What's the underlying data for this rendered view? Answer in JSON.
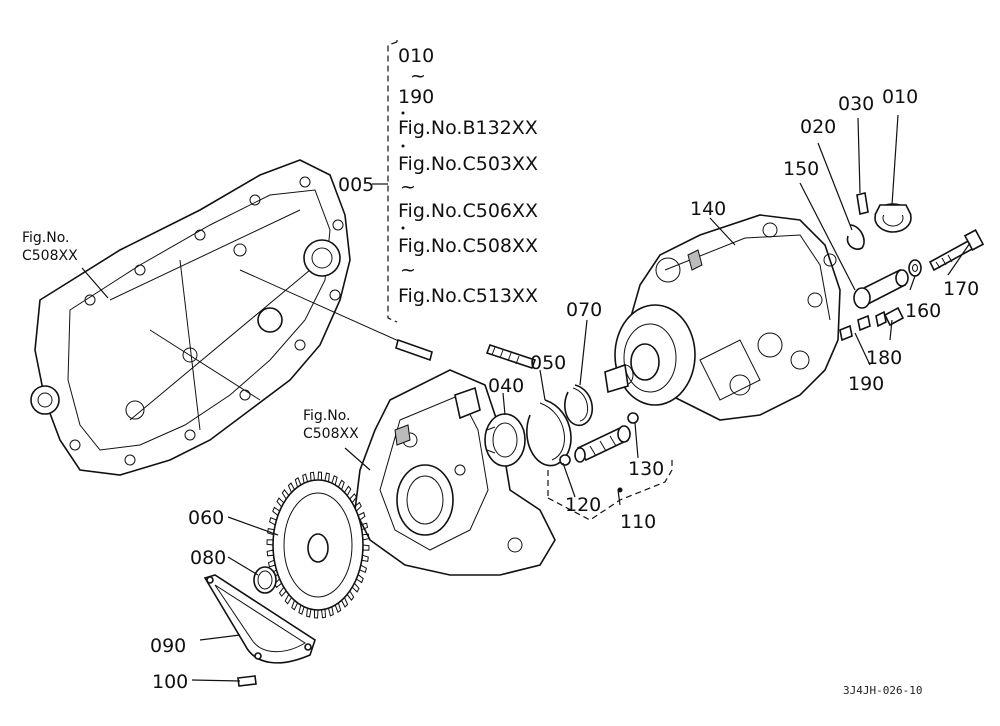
{
  "callouts": {
    "c005": "005",
    "c010a": "010",
    "c010b": "010",
    "c020": "020",
    "c030": "030",
    "c040": "040",
    "c050": "050",
    "c060": "060",
    "c070": "070",
    "c080": "080",
    "c090": "090",
    "c100": "100",
    "c110": "110",
    "c120": "120",
    "c130": "130",
    "c140": "140",
    "c150": "150",
    "c160": "160",
    "c170": "170",
    "c180": "180",
    "c190": "190"
  },
  "range_list": {
    "start": "010",
    "tilde1": "~",
    "end": "190",
    "fig1": "Fig.No.B132XX",
    "fig2": "Fig.No.C503XX",
    "tilde2": "~",
    "fig3": "Fig.No.C506XX",
    "fig4": "Fig.No.C508XX",
    "tilde3": "~",
    "fig5": "Fig.No.C513XX"
  },
  "figure_refs": {
    "left_line1": "Fig.No.",
    "left_line2": "C508XX",
    "mid_line1": "Fig.No.",
    "mid_line2": "C508XX"
  },
  "drawing_code": "3J4JH-026-10"
}
